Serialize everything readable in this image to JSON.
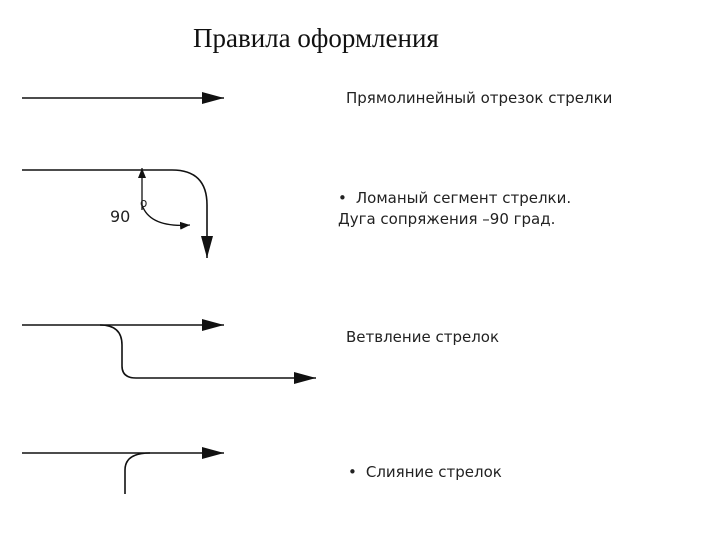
{
  "title": "Правила оформления стрелок",
  "angle_label": "90",
  "angle_mark": "o",
  "captions": {
    "straight": "Прямолинейный отрезок стрелки",
    "broken_bullet": "•",
    "broken_line1": "Ломаный сегмент стрелки.",
    "broken_line2": "Дуга сопряжения –90 град.",
    "branch": "Ветвление стрелок",
    "merge_bullet": "•",
    "merge": "Слияние стрелок"
  },
  "colors": {
    "line": "#111111",
    "text": "#222222",
    "background": "#ffffff"
  }
}
